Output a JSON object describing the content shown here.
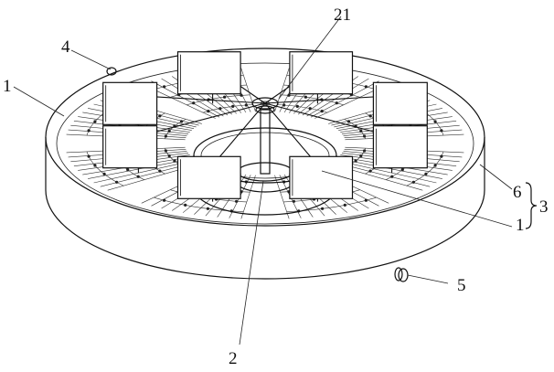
{
  "figure": {
    "labels": [
      {
        "id": "1-left",
        "text": "1"
      },
      {
        "id": "4",
        "text": "4"
      },
      {
        "id": "21",
        "text": "21"
      },
      {
        "id": "6",
        "text": "6"
      },
      {
        "id": "3",
        "text": "3"
      },
      {
        "id": "1-right",
        "text": "1"
      },
      {
        "id": "5",
        "text": "5"
      },
      {
        "id": "2",
        "text": "2"
      }
    ],
    "panel_count": 8,
    "arm_count": 8,
    "grating_sector_count": 8,
    "colors": {
      "line": "#111111",
      "background": "#ffffff",
      "panel_fill": "#ffffff"
    }
  }
}
